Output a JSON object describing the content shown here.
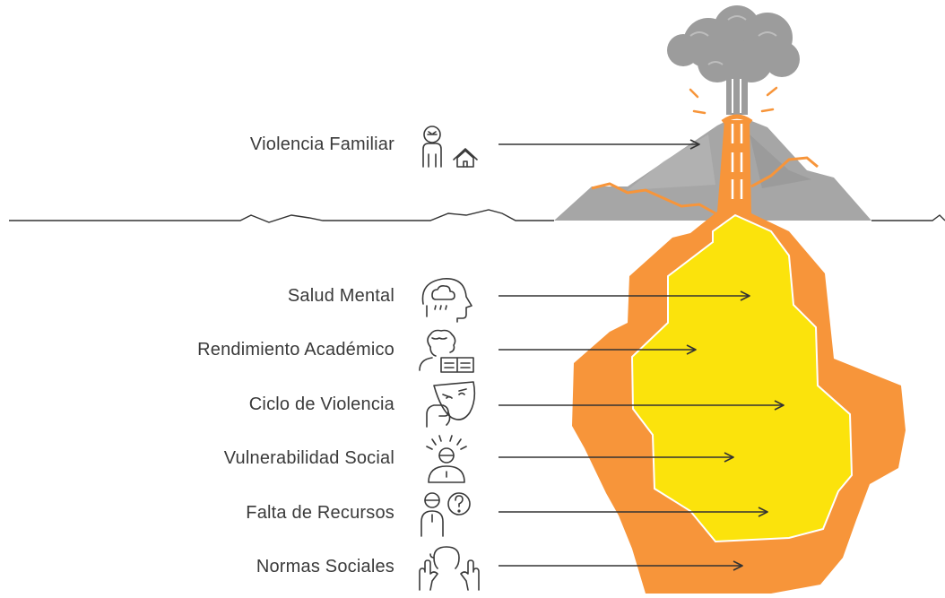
{
  "diagram": {
    "items": [
      {
        "label": "Violencia Familiar",
        "icon": "family-violence-icon"
      },
      {
        "label": "Salud Mental",
        "icon": "mental-health-icon"
      },
      {
        "label": "Rendimiento Académico",
        "icon": "student-reading-icon"
      },
      {
        "label": "Ciclo de Violencia",
        "icon": "mask-icon"
      },
      {
        "label": "Vulnerabilidad Social",
        "icon": "distressed-person-icon"
      },
      {
        "label": "Falta de Recursos",
        "icon": "person-question-icon"
      },
      {
        "label": "Normas Sociales",
        "icon": "hands-head-icon"
      }
    ]
  },
  "colors": {
    "text": "#3a3a3a",
    "ash": "#9c9c9c",
    "ash_dark": "#7f7f7f",
    "rock": "#a6a6a6",
    "lava": "#f7953a",
    "magma": "#fbe30c",
    "line": "#333333"
  }
}
